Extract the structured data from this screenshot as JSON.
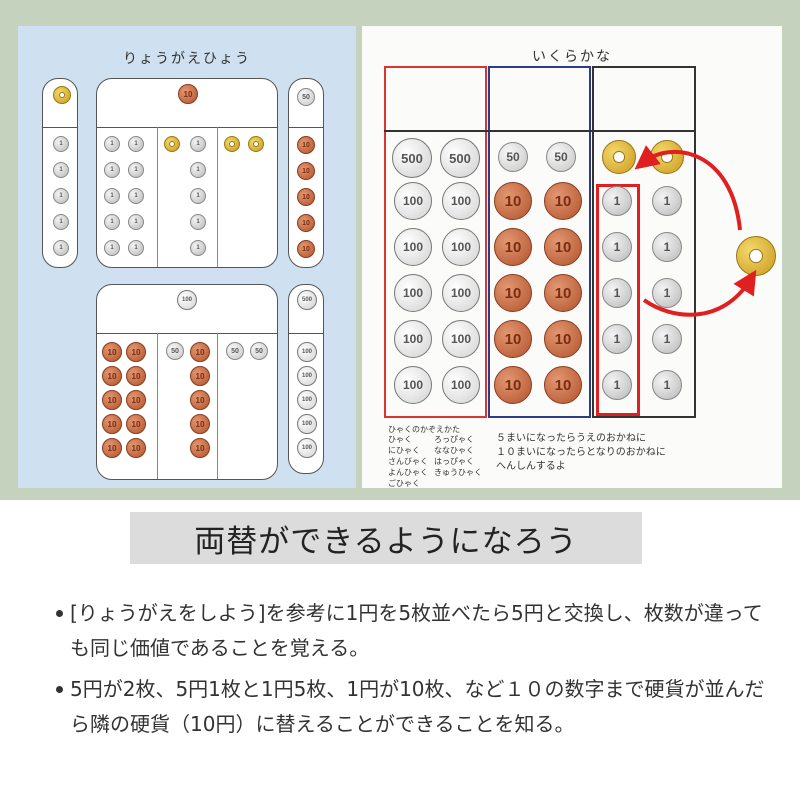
{
  "left_sheet": {
    "title": "りょうがえひょう"
  },
  "right_sheet": {
    "title": "いくらかな",
    "hundreds_box": {
      "heading": "ひゃくのかぞえかた",
      "col1": "ひゃく\nにひゃく\nさんびゃく\nよんひゃく\nごひゃく",
      "col2": "ろっぴゃく\nななひゃく\nはっぴゃく\nきゅうひゃく"
    },
    "note": "５まいになったらうえのおかねに\n１０まいになったらとなりのおかねに\nへんしんするよ"
  },
  "coin_labels": {
    "one": "1",
    "five": "",
    "ten": "10",
    "fifty": "50",
    "hundred": "100",
    "five_hundred": "500"
  },
  "colors": {
    "accent_red": "#e02020",
    "navy": "#2b3a8a",
    "sheet_blue": "#cfe0f1",
    "band_green": "#c5d2bd"
  },
  "heading": "両替ができるようになろう",
  "bullets": [
    "[りょうがえをしよう]を参考に1円を5枚並べたら5円と交換し、枚数が違っても同じ価値であることを覚える。",
    "5円が2枚、5円1枚と1円5枚、1円が10枚、など１０の数字まで硬貨が並んだら隣の硬貨（10円）に替えることができることを知る。"
  ]
}
